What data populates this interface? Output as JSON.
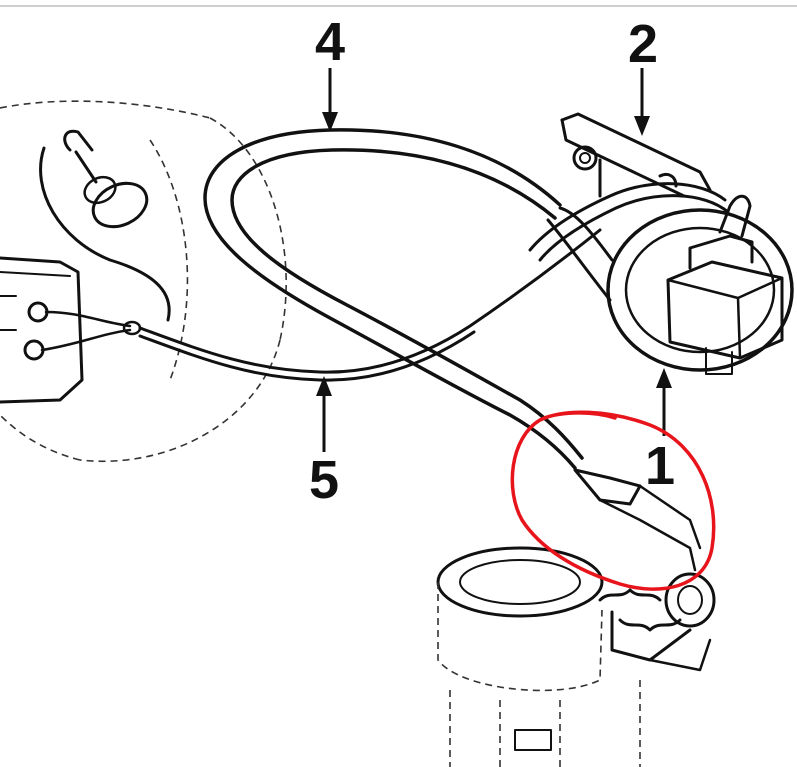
{
  "colors": {
    "ink": "#111111",
    "highlight": "#e8141b",
    "background": "#ffffff"
  },
  "callouts": [
    {
      "label": "1"
    },
    {
      "label": "2"
    },
    {
      "label": "4"
    },
    {
      "label": "5"
    }
  ],
  "annotation": {
    "shape": "hand-drawn circle",
    "color": "#e8141b"
  }
}
